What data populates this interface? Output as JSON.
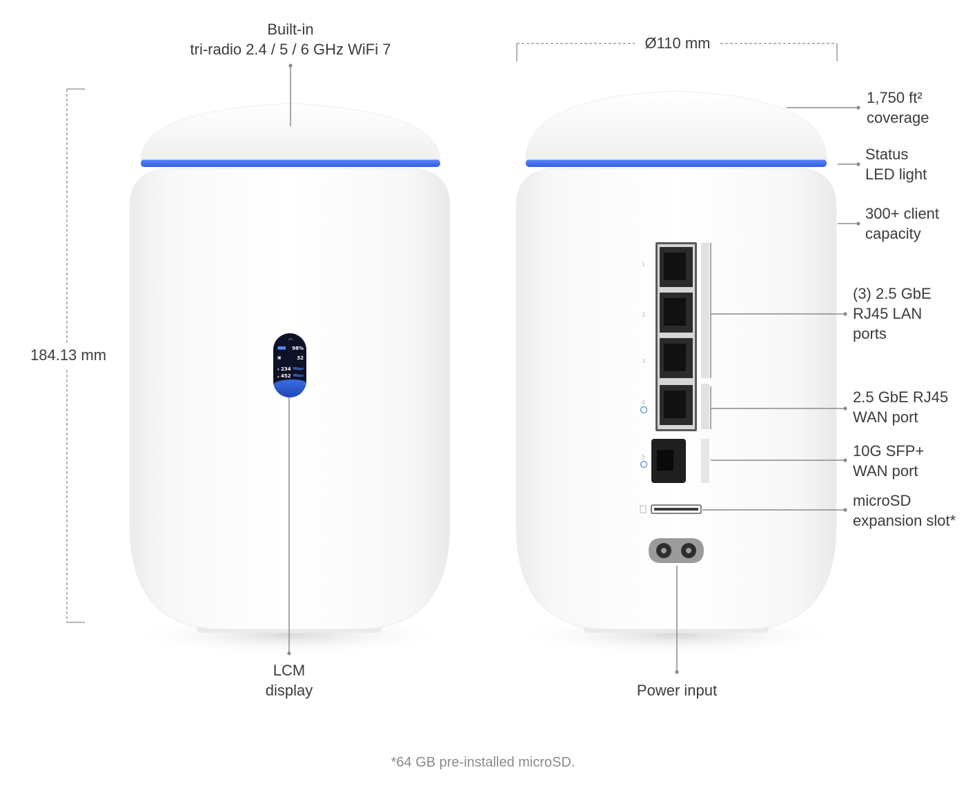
{
  "labels": {
    "wifi": {
      "line1": "Built-in",
      "line2": "tri-radio 2.4 / 5 / 6 GHz WiFi 7"
    },
    "height": "184.13 mm",
    "lcm": {
      "line1": "LCM",
      "line2": "display"
    },
    "diameter": "Ø110 mm",
    "coverage": {
      "line1": "1,750 ft²",
      "line2": "coverage"
    },
    "status_led": {
      "line1": "Status",
      "line2": "LED light"
    },
    "clients": {
      "line1": "300+ client",
      "line2": "capacity"
    },
    "lan_ports": {
      "line1": "(3) 2.5 GbE",
      "line2": "RJ45 LAN",
      "line3": "ports"
    },
    "wan_rj45": {
      "line1": "2.5 GbE RJ45",
      "line2": "WAN port"
    },
    "sfp": {
      "line1": "10G SFP+",
      "line2": "WAN port"
    },
    "microsd": {
      "line1": "microSD",
      "line2": "expansion slot*"
    },
    "power": "Power input"
  },
  "lcd": {
    "signal_pct": "98%",
    "clients": "32",
    "down_value": "234",
    "down_unit": "Mbps",
    "up_value": "452",
    "up_unit": "Mbps"
  },
  "port_numbers": [
    "1",
    "2",
    "3",
    "4",
    "5"
  ],
  "footnote": "*64 GB pre-installed microSD.",
  "colors": {
    "led_blue": "#3d6ff0",
    "device_white": "#fbfbfb",
    "callout_line": "#8a8a8a",
    "text": "#3b3b3b",
    "footnote_text": "#8a8a8a"
  }
}
